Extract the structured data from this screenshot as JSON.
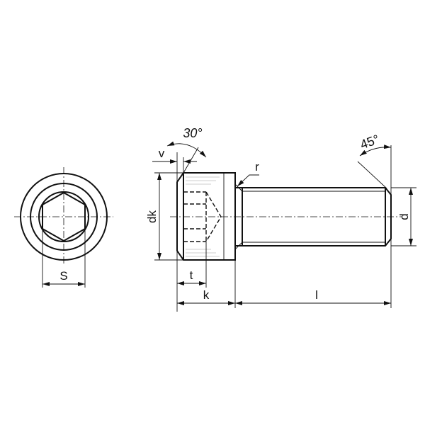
{
  "labels": {
    "s": "S",
    "dk": "dk",
    "v": "v",
    "angle_head": "30°",
    "r": "r",
    "angle_tip": "45°",
    "d": "d",
    "t": "t",
    "k": "k",
    "l": "l"
  }
}
